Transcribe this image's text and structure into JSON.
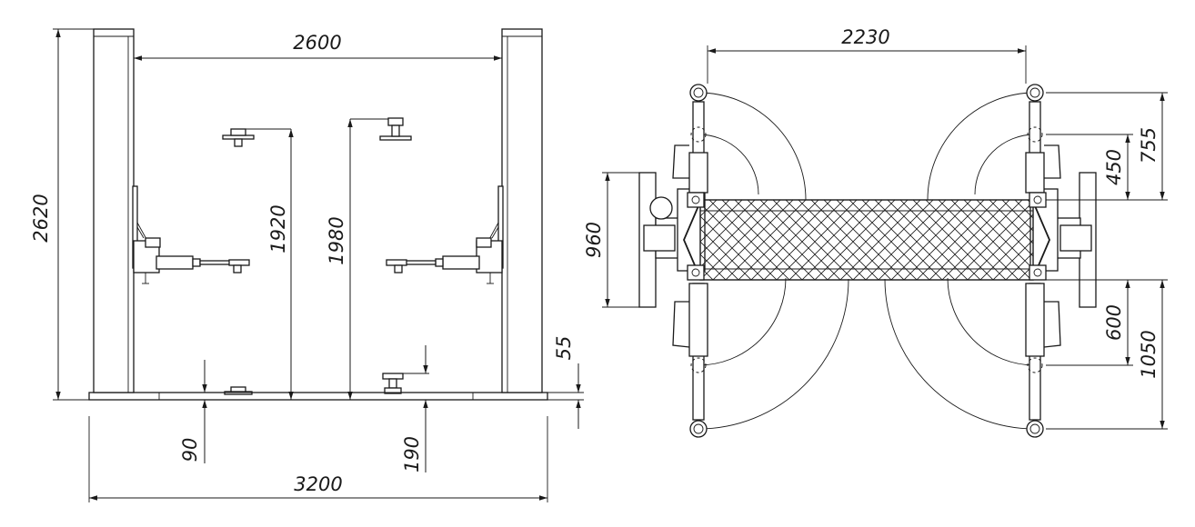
{
  "front_view": {
    "dimensions": {
      "column_spacing": "2600",
      "overall_height": "2620",
      "max_lift_height_a": "1920",
      "max_lift_height_b": "1980",
      "min_pad_height_a": "90",
      "min_pad_height_b": "190",
      "base_plate_thickness": "55",
      "overall_width": "3200"
    }
  },
  "top_view": {
    "dimensions": {
      "column_inner_spacing": "2230",
      "base_width": "960",
      "short_arm_retracted": "450",
      "short_arm_extended": "755",
      "long_arm_retracted": "600",
      "long_arm_extended": "1050"
    }
  }
}
